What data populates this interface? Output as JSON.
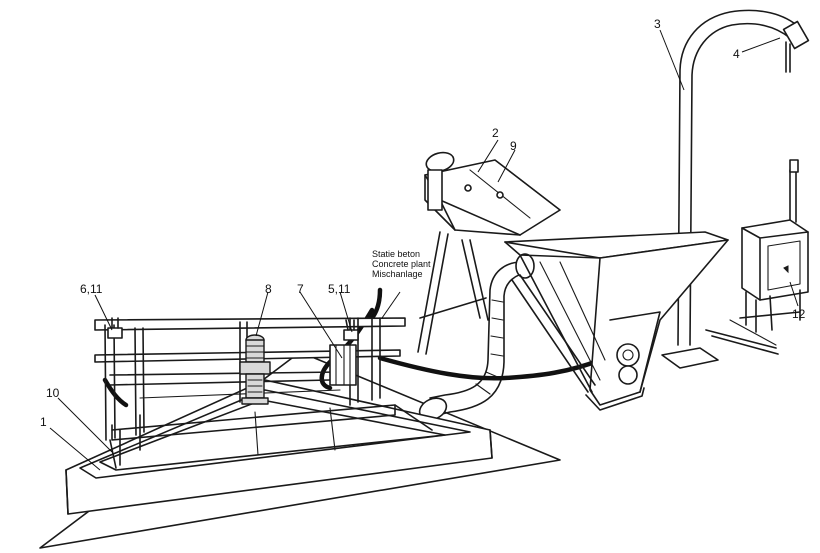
{
  "labels": {
    "l1": "1",
    "l2": "2",
    "l3": "3",
    "l4": "4",
    "l6_11": "6,11",
    "l7": "7",
    "l8": "8",
    "l9": "9",
    "l10": "10",
    "l5_11": "5,11",
    "l12": "12"
  },
  "note": {
    "line1": "Statie beton",
    "line2": "Concrete plant",
    "line3": "Mischanlage"
  }
}
